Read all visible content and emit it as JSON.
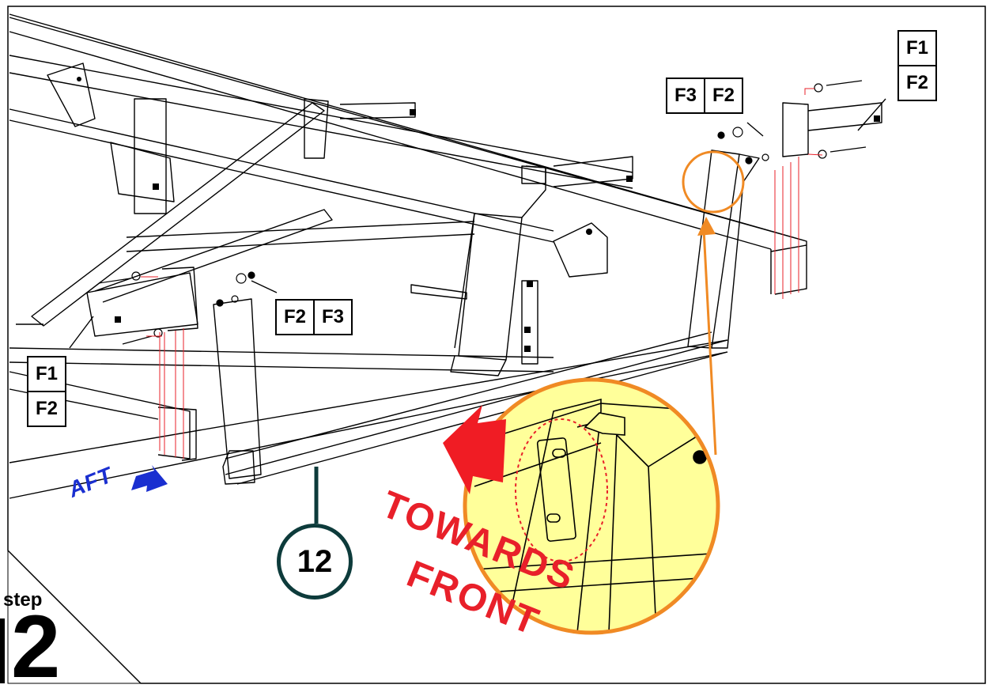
{
  "parts": {
    "top_right_stack": [
      "F1",
      "F2"
    ],
    "top_middle_pair": [
      "F3",
      "F2"
    ],
    "center_pair": [
      "F2",
      "F3"
    ],
    "left_stack": [
      "F1",
      "F2"
    ]
  },
  "callout": {
    "number": "12"
  },
  "direction": {
    "aft_label": "AFT",
    "towards_line1": "TOWARDS",
    "towards_line2": "FRONT"
  },
  "step": {
    "word": "step",
    "number": "2"
  },
  "colors": {
    "callout_orange": "#f08a24",
    "detail_yellow": "#ffff9a",
    "arrow_red": "#f01c24",
    "aft_blue": "#1a2fd0",
    "callout_ring": "#0d3b3b"
  }
}
